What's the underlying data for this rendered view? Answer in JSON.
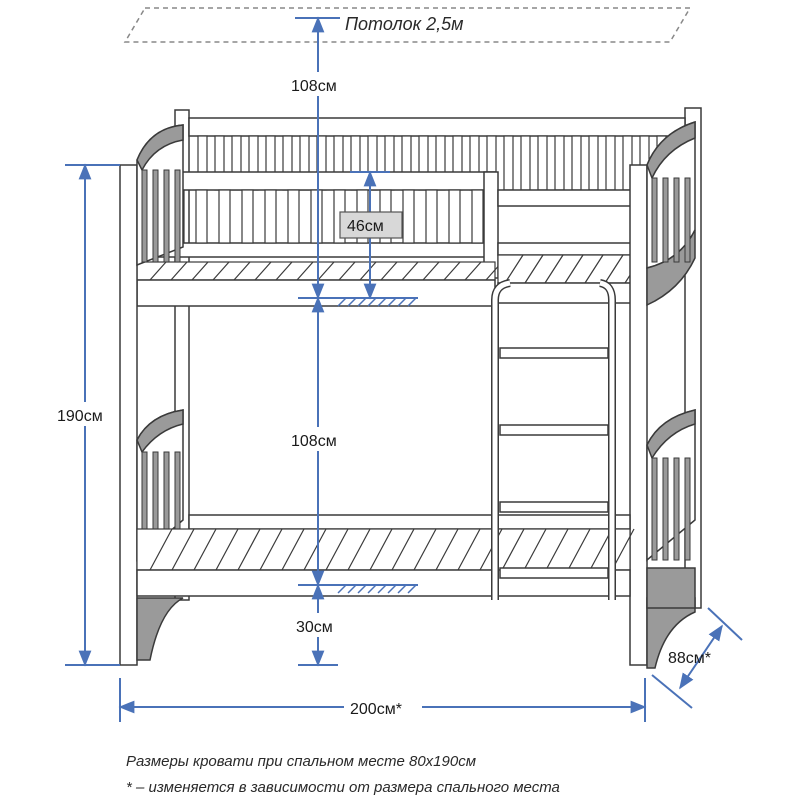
{
  "ceiling": {
    "label": "Потолок 2,5м"
  },
  "dimensions": {
    "top_clearance": "108см",
    "rail_height": "46см",
    "between_bunks": "108см",
    "floor_clearance": "30см",
    "total_height": "190см",
    "length": "200см*",
    "width": "88см*"
  },
  "notes": {
    "line1": "Размеры кровати при спальном месте 80х190см",
    "line2": "* – изменяется в зависимости от размера спального места"
  },
  "colors": {
    "dimension_line": "#4a72b8",
    "bed_outline": "#3a3a3a",
    "bed_fill": "#ffffff",
    "panel_shade": "#9a9a9a",
    "label_box": "#d8d8d8"
  }
}
